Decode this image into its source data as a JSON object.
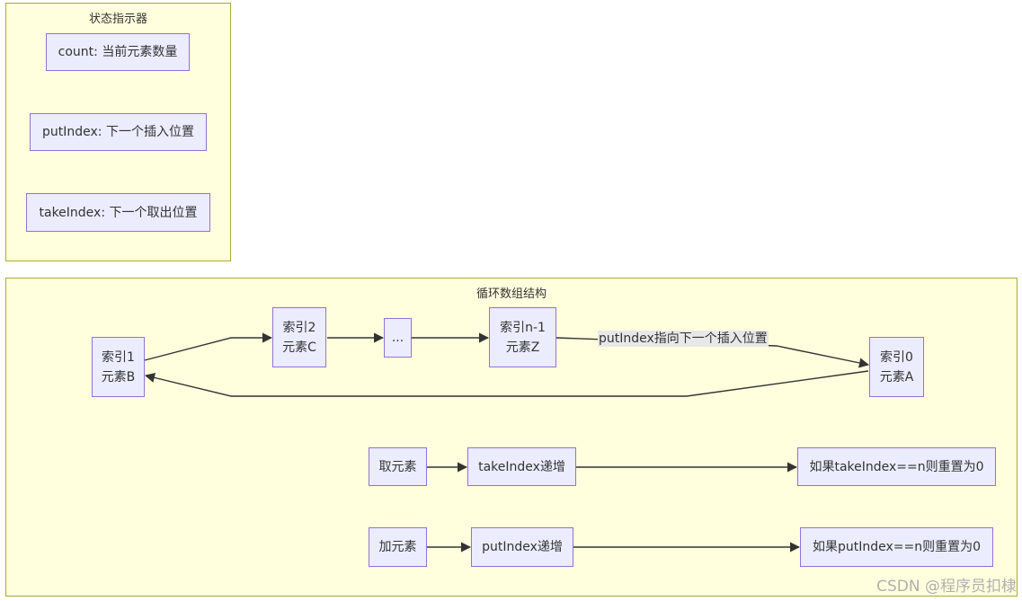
{
  "clusters": {
    "status": {
      "title": "状态指示器"
    },
    "array": {
      "title": "循环数组结构"
    }
  },
  "status_nodes": {
    "count": "count: 当前元素数量",
    "putIndex": "putIndex: 下一个插入位置",
    "takeIndex": "takeIndex: 下一个取出位置"
  },
  "array_nodes": {
    "idx1": {
      "line1": "索引1",
      "line2": "元素B"
    },
    "idx2": {
      "line1": "索引2",
      "line2": "元素C"
    },
    "ellipsis": {
      "line1": "..."
    },
    "idxn1": {
      "line1": "索引n-1",
      "line2": "元素Z"
    },
    "idx0": {
      "line1": "索引0",
      "line2": "元素A"
    }
  },
  "edge_labels": {
    "put_pointer": "putIndex指向下一个插入位置"
  },
  "flows": {
    "take": {
      "start": "取元素",
      "step": "takeIndex递增",
      "end": "如果takeIndex==n则重置为0"
    },
    "put": {
      "start": "加元素",
      "step": "putIndex递增",
      "end": "如果putIndex==n则重置为0"
    }
  },
  "colors": {
    "cluster_fill": "#ffffde",
    "cluster_border": "#aaaa33",
    "node_fill": "#ececff",
    "node_border": "#9370db",
    "edge": "#333333"
  },
  "watermark": "CSDN @程序员扣棣"
}
